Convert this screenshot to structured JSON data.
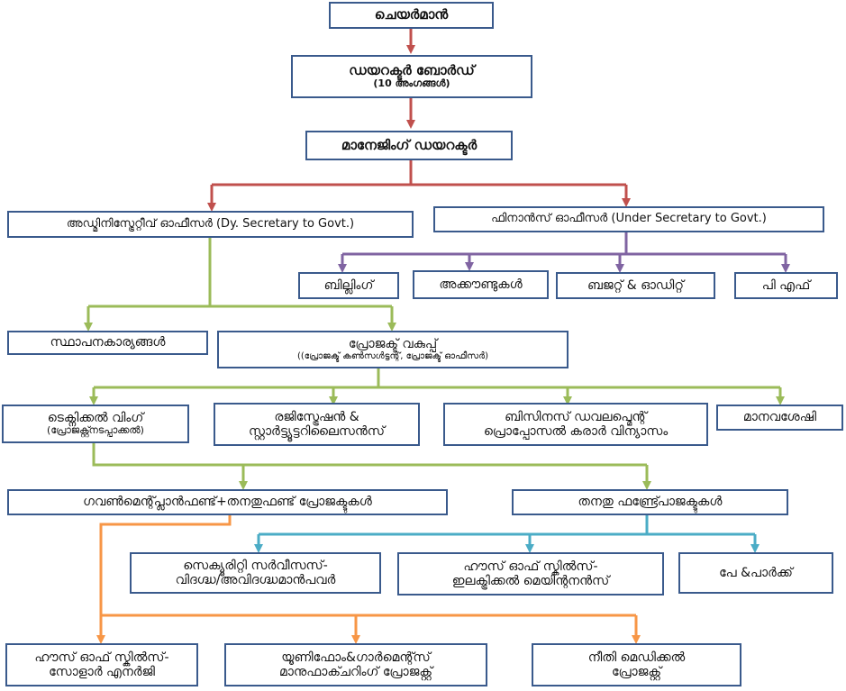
{
  "colors": {
    "red": "#c0504d",
    "purple": "#8064a2",
    "green": "#9bbb59",
    "teal": "#4bacc6",
    "orange": "#f79646",
    "box_border": "#3a5a8c"
  },
  "nodes": {
    "chairman": {
      "label": "ചെയർമാൻ"
    },
    "board": {
      "label": "ഡയറക്ടർ ബോർഡ്",
      "sub": "(10 അംഗങ്ങൾ)"
    },
    "md": {
      "label": "മാനേജിംഗ് ഡയറക്ടർ"
    },
    "admin": {
      "label": "അഡ്മിനിസ്ട്രേറ്റീവ് ഓഫീസർ (Dy. Secretary to Govt.)"
    },
    "finance": {
      "label": "ഫിനാൻസ് ഓഫീസർ (Under Secretary to Govt.)"
    },
    "billing": {
      "label": "ബില്ലിംഗ്"
    },
    "accounts": {
      "label": "അക്കൗണ്ടുകൾ"
    },
    "budget": {
      "label": "ബജറ്റ് & ഓഡിറ്റ്"
    },
    "pf": {
      "label": "പി എഫ്"
    },
    "establishment": {
      "label": "സ്ഥാപനകാര്യങ്ങൾ"
    },
    "project_dept": {
      "label": "പ്രോജക്ട് വകുപ്പ്",
      "sub": "((പ്രോജക്ട് കൺസൾട്ടന്റ്, പ്രോജക്ട് ഓഫീസർ)"
    },
    "technical": {
      "label": "ടെക്നിക്കൽ വിംഗ്",
      "sub": "(പ്രോജക്റ്റ്നടപ്പാക്കൽ)"
    },
    "registration": {
      "label": "രജിസ്ട്രേഷൻ &",
      "label2": "സ്റ്റാർട്ട്യൂട്ടറിലൈസൻസ്"
    },
    "business": {
      "label": "ബിസിനസ് ഡവലപ്മെന്റ്",
      "label2": "പ്രൊപ്പോസൽ കരാർ വിന്യാസം"
    },
    "hr": {
      "label": "മാനവശേഷി"
    },
    "govt_plan": {
      "label": "ഗവൺമെന്റ്പ്ലാൻഫണ്ട്+തനതുഫണ്ട് പ്രോജക്ടുകൾ"
    },
    "own_fund": {
      "label": "തനതു ഫണ്ട്പ്രോജക്ടുകൾ"
    },
    "security": {
      "label": "സെക്യൂരിറ്റി സർവീസസ്-",
      "label2": "വിദഗ്ദ്ധ/അവിദഗ്ദ്ധമാൻപവർ"
    },
    "house_elec": {
      "label": "ഹൗസ് ഓഫ് സ്കിൽസ്-",
      "label2": "ഇലക്ട്രിക്കൽ മെയിന്റനൻസ്"
    },
    "pay_park": {
      "label": "പേ &പാർക്ക്"
    },
    "house_solar": {
      "label": "ഹൗസ് ഓഫ് സ്കിൽസ്-",
      "label2": "സോളാർ എനർജി"
    },
    "uniform": {
      "label": "യൂണിഫോം&ഗാർമെന്റ്സ്",
      "label2": "മാനുഫാക്ചറിംഗ് പ്രോജക്റ്റ്"
    },
    "neethi": {
      "label": "നീതി മെഡിക്കൽ",
      "label2": "പ്രോജക്റ്റ്"
    }
  }
}
